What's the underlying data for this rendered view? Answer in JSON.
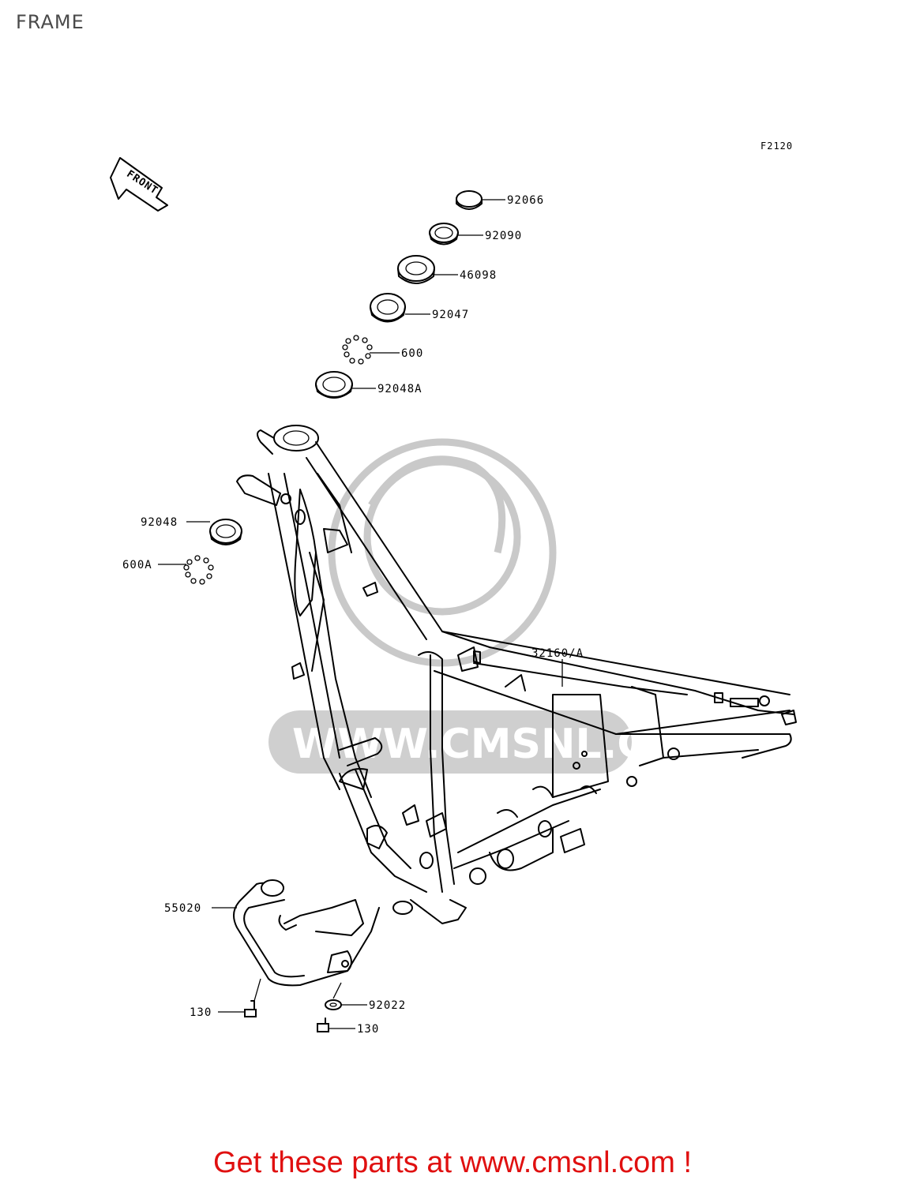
{
  "page": {
    "title": "FRAME"
  },
  "figure": {
    "code": "F2120",
    "front_arrow_label": "FRONT"
  },
  "parts": [
    {
      "id": "92066"
    },
    {
      "id": "92090"
    },
    {
      "id": "46098"
    },
    {
      "id": "92047"
    },
    {
      "id": "600"
    },
    {
      "id": "92048A"
    },
    {
      "id": "92048"
    },
    {
      "id": "600A"
    },
    {
      "id": "32160/A"
    },
    {
      "id": "55020"
    },
    {
      "id": "130"
    },
    {
      "id": "92022"
    },
    {
      "id": "130"
    }
  ],
  "watermark": {
    "text": "WWW.CMSNL.COM"
  },
  "footer": {
    "cta": "Get these parts at www.cmsnl.com !"
  }
}
